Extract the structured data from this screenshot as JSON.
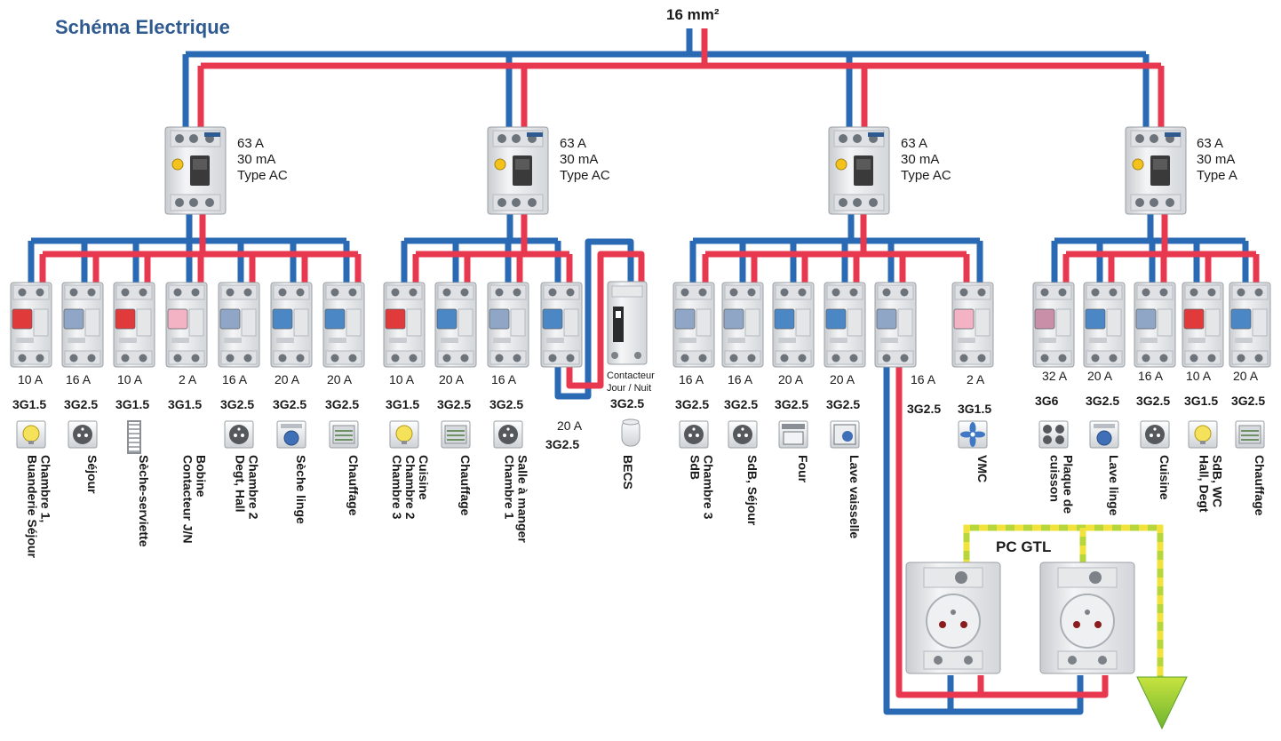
{
  "title": "Schéma Electrique",
  "main_feed": "16 mm²",
  "rcd": [
    {
      "l1": "63 A",
      "l2": "30 mA",
      "l3": "Type AC"
    },
    {
      "l1": "63 A",
      "l2": "30 mA",
      "l3": "Type AC"
    },
    {
      "l1": "63 A",
      "l2": "30 mA",
      "l3": "Type AC"
    },
    {
      "l1": "63 A",
      "l2": "30 mA",
      "l3": "Type A"
    }
  ],
  "breakers": [
    {
      "amp": "10 A",
      "cable": "3G1.5",
      "lines": [
        "Chambre 1,",
        "Buanderie Séjour"
      ],
      "icon": "light-icon",
      "handle": "#e03a3a"
    },
    {
      "amp": "16 A",
      "cable": "3G2.5",
      "lines": [
        "Séjour"
      ],
      "icon": "socket-icon",
      "handle": "#8fa6c7"
    },
    {
      "amp": "10 A",
      "cable": "3G1.5",
      "lines": [
        "Sèche-serviette"
      ],
      "icon": "towel-rail-icon",
      "handle": "#e03a3a"
    },
    {
      "amp": "2 A",
      "cable": "3G1.5",
      "lines": [
        "Bobine",
        "Contacteur J/N"
      ],
      "icon": "",
      "handle": "#f4b3c4"
    },
    {
      "amp": "16 A",
      "cable": "3G2.5",
      "lines": [
        "Chambre 2",
        "Degt, Hall"
      ],
      "icon": "socket-icon",
      "handle": "#8fa6c7"
    },
    {
      "amp": "20 A",
      "cable": "3G2.5",
      "lines": [
        "Sèche linge"
      ],
      "icon": "dryer-icon",
      "handle": "#4a87c4"
    },
    {
      "amp": "20 A",
      "cable": "3G2.5",
      "lines": [
        "Chauffage"
      ],
      "icon": "heater-icon",
      "handle": "#4a87c4"
    },
    {
      "amp": "10 A",
      "cable": "3G1.5",
      "lines": [
        "Cuisine",
        "Chambre 2",
        "Chambre 3"
      ],
      "icon": "light-icon",
      "handle": "#e03a3a"
    },
    {
      "amp": "20 A",
      "cable": "3G2.5",
      "lines": [
        "Chauffage"
      ],
      "icon": "heater-icon",
      "handle": "#4a87c4"
    },
    {
      "amp": "16 A",
      "cable": "3G2.5",
      "lines": [
        "Salle à manger",
        "Chambre 1"
      ],
      "icon": "socket-icon",
      "handle": "#8fa6c7"
    },
    {
      "amp": "20 A",
      "cable": "3G2.5",
      "lines": [],
      "icon": "",
      "handle": "#4a87c4"
    },
    {
      "amp": "16 A",
      "cable": "3G2.5",
      "lines": [
        "Chambre 3",
        "SdB"
      ],
      "icon": "socket-icon",
      "handle": "#8fa6c7"
    },
    {
      "amp": "16 A",
      "cable": "3G2.5",
      "lines": [
        "SdB, Séjour"
      ],
      "icon": "socket-icon",
      "handle": "#8fa6c7"
    },
    {
      "amp": "20 A",
      "cable": "3G2.5",
      "lines": [
        "Four"
      ],
      "icon": "oven-icon",
      "handle": "#4a87c4"
    },
    {
      "amp": "20 A",
      "cable": "3G2.5",
      "lines": [
        "Lave vaisselle"
      ],
      "icon": "dishwasher-icon",
      "handle": "#4a87c4"
    },
    {
      "amp": "16 A",
      "cable": "3G2.5",
      "lines": [],
      "icon": "",
      "handle": "#8fa6c7"
    },
    {
      "amp": "2 A",
      "cable": "3G1.5",
      "lines": [
        "VMC"
      ],
      "icon": "fan-icon",
      "handle": "#f4b3c4"
    },
    {
      "amp": "32 A",
      "cable": "3G6",
      "lines": [
        "Plaque de",
        "cuisson"
      ],
      "icon": "hob-icon",
      "handle": "#c98fa8"
    },
    {
      "amp": "20 A",
      "cable": "3G2.5",
      "lines": [
        "Lave linge"
      ],
      "icon": "washer-icon",
      "handle": "#4a87c4"
    },
    {
      "amp": "16 A",
      "cable": "3G2.5",
      "lines": [
        "Cuisine"
      ],
      "icon": "socket-icon",
      "handle": "#8fa6c7"
    },
    {
      "amp": "10 A",
      "cable": "3G1.5",
      "lines": [
        "SdB, WC",
        "Hall, Degt"
      ],
      "icon": "light-icon",
      "handle": "#e03a3a"
    },
    {
      "amp": "20 A",
      "cable": "3G2.5",
      "lines": [
        "Chauffage"
      ],
      "icon": "heater-icon",
      "handle": "#4a87c4"
    }
  ],
  "contactor": {
    "label1": "Contacteur",
    "label2": "Jour / Nuit",
    "cable": "3G2.5",
    "room": "BECS",
    "icon": "water-heater-icon"
  },
  "gtl": {
    "label": "PC GTL",
    "outlets": 2
  },
  "colors": {
    "phase": "#e8384f",
    "neutral": "#2a6ab5",
    "earth_a": "#b7d63b",
    "earth_b": "#f1e33c",
    "title": "#2f5a8f"
  }
}
